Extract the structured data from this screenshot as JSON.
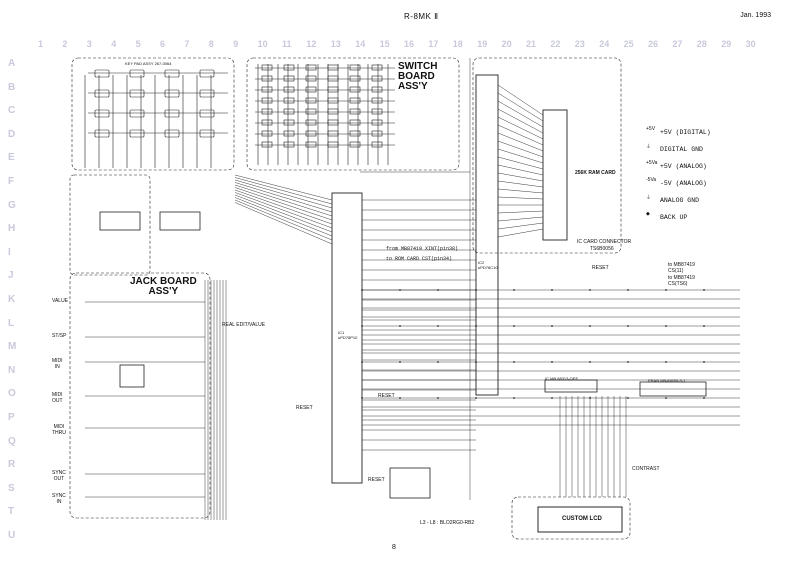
{
  "header": {
    "title": "R-8MK Ⅱ",
    "date": "Jan. 1993",
    "page": "8"
  },
  "grid": {
    "columns": [
      "1",
      "2",
      "3",
      "4",
      "5",
      "6",
      "7",
      "8",
      "9",
      "10",
      "11",
      "12",
      "13",
      "14",
      "15",
      "16",
      "17",
      "18",
      "19",
      "20",
      "21",
      "22",
      "23",
      "24",
      "25",
      "26",
      "27",
      "28",
      "29",
      "30"
    ],
    "rows": [
      "A",
      "B",
      "C",
      "D",
      "E",
      "F",
      "G",
      "H",
      "I",
      "J",
      "K",
      "L",
      "M",
      "N",
      "O",
      "P",
      "Q",
      "R",
      "S",
      "T",
      "U"
    ]
  },
  "blocks": {
    "switch_board": "SWITCH\nBOARD\nASS'Y",
    "jack_board": "JACK BOARD\nASS'Y",
    "ram_card": "256K RAM CARD",
    "ic_card_connector": "IC CARD CONNECTOR",
    "ic_card_part": "TS6B0056",
    "custom_lcd": "CUSTOM LCD",
    "key_pad": "KEY PAD ASSY 267-0064"
  },
  "legend": [
    {
      "symbol": "+5V",
      "label": "+5V (DIGITAL)"
    },
    {
      "symbol": "⏚",
      "label": "DIGITAL GND"
    },
    {
      "symbol": "+5Va",
      "label": "+5V (ANALOG)"
    },
    {
      "symbol": "-5Va",
      "label": "-5V (ANALOG)"
    },
    {
      "symbol": "⏚",
      "label": "ANALOG GND"
    },
    {
      "symbol": "◆",
      "label": "BACK UP"
    }
  ],
  "jacks": [
    "VALUE",
    "ST/SP",
    "MIDI\nIN",
    "MIDI\nOUT",
    "MIDI\nTHRU",
    "SYNC\nOUT",
    "SYNC\nIN"
  ],
  "annotations": {
    "from_xint": "from MB87419 XINT(pin38)",
    "to_rom_cs": "to ROM CARD CST(pin34)",
    "real_edit": "REAL EDIT/VALUE",
    "reset1": "RESET",
    "reset2": "RESET",
    "reset3": "RESET",
    "reset4": "RESET",
    "to_mb87419": "to MB87419\nCS(11)",
    "to_mb87419b": "to MB87419\nCS(TS6)",
    "contrast": "CONTRAST",
    "l_note": "L3 - L8 : BLO2RG0-RB2",
    "lcd_ic": "IC MB 88313-OEE",
    "ram_ic": "ERAN MN4065B-S-1",
    "ic1": "IC1\nuPD78P10",
    "ic2": "IC2\nuPD78C10"
  }
}
